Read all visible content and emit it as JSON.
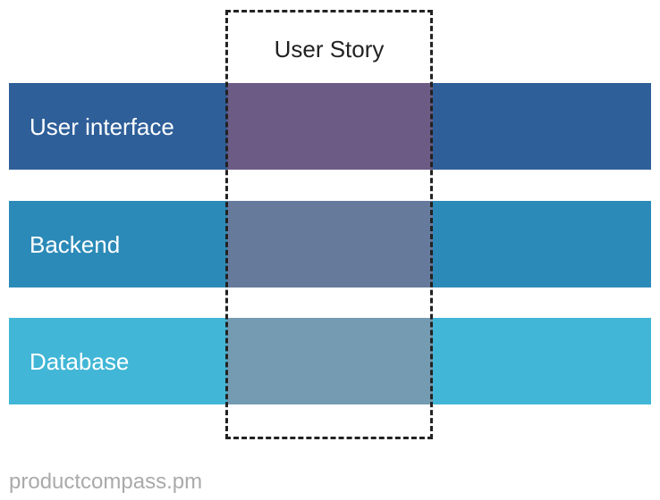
{
  "story": {
    "title": "User Story"
  },
  "layers": [
    {
      "label": "User interface",
      "color": "#2E5F99",
      "overlap_color": "#6C5B85"
    },
    {
      "label": "Backend",
      "color": "#2C8AB8",
      "overlap_color": "#667A9C"
    },
    {
      "label": "Database",
      "color": "#41B6D6",
      "overlap_color": "#749BB2"
    }
  ],
  "watermark": "productcompass.pm"
}
